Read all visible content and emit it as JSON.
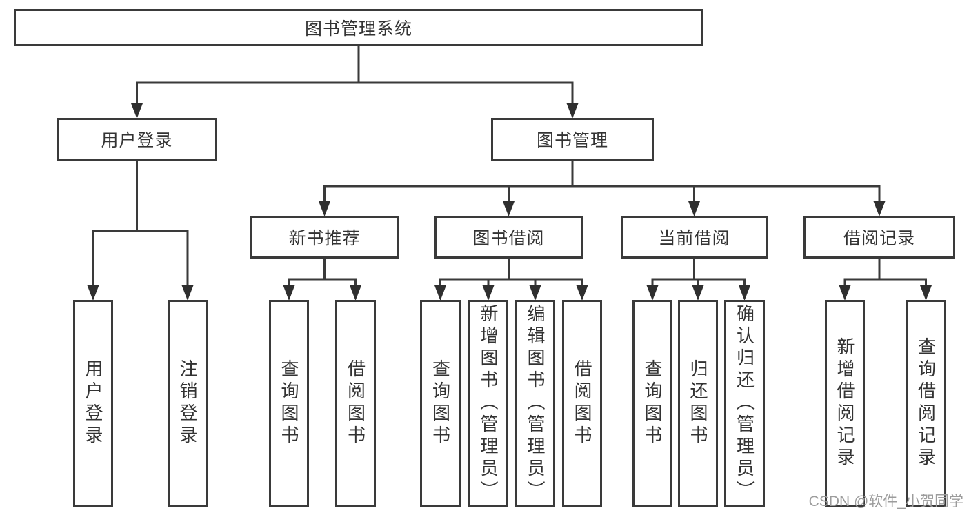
{
  "diagram": {
    "title": "图书管理系统",
    "watermark": "CSDN @软件_小贺同学",
    "colors": {
      "line": "#3a3a3a",
      "arrow": "#2f2f2f",
      "text": "#333333",
      "background": "#ffffff",
      "watermark": "#9c9c9c"
    },
    "nodes": [
      {
        "id": "root",
        "label": "图书管理系统"
      },
      {
        "id": "login",
        "label": "用户登录"
      },
      {
        "id": "mgmt",
        "label": "图书管理"
      },
      {
        "id": "rec",
        "label": "新书推荐"
      },
      {
        "id": "borrow",
        "label": "图书借阅"
      },
      {
        "id": "current",
        "label": "当前借阅"
      },
      {
        "id": "records",
        "label": "借阅记录"
      },
      {
        "id": "login-user",
        "label": "用户登录"
      },
      {
        "id": "login-logout",
        "label": "注销登录"
      },
      {
        "id": "rec-query",
        "label": "查询图书"
      },
      {
        "id": "rec-borrow",
        "label": "借阅图书"
      },
      {
        "id": "borrow-query",
        "label": "查询图书"
      },
      {
        "id": "borrow-add",
        "label": "新增图书（管理员）"
      },
      {
        "id": "borrow-edit",
        "label": "编辑图书（管理员）"
      },
      {
        "id": "borrow-borrow",
        "label": "借阅图书"
      },
      {
        "id": "cur-query",
        "label": "查询图书"
      },
      {
        "id": "cur-return",
        "label": "归还图书"
      },
      {
        "id": "cur-confirm",
        "label": "确认归还（管理员）"
      },
      {
        "id": "recs-add",
        "label": "新增借阅记录"
      },
      {
        "id": "recs-query",
        "label": "查询借阅记录"
      }
    ],
    "edges": [
      {
        "parent": "root",
        "children": [
          "login",
          "mgmt"
        ]
      },
      {
        "parent": "login",
        "children": [
          "login-user",
          "login-logout"
        ]
      },
      {
        "parent": "mgmt",
        "children": [
          "rec",
          "borrow",
          "current",
          "records"
        ]
      },
      {
        "parent": "rec",
        "children": [
          "rec-query",
          "rec-borrow"
        ]
      },
      {
        "parent": "borrow",
        "children": [
          "borrow-query",
          "borrow-add",
          "borrow-edit",
          "borrow-borrow"
        ]
      },
      {
        "parent": "current",
        "children": [
          "cur-query",
          "cur-return",
          "cur-confirm"
        ]
      },
      {
        "parent": "records",
        "children": [
          "recs-add",
          "recs-query"
        ]
      }
    ]
  }
}
